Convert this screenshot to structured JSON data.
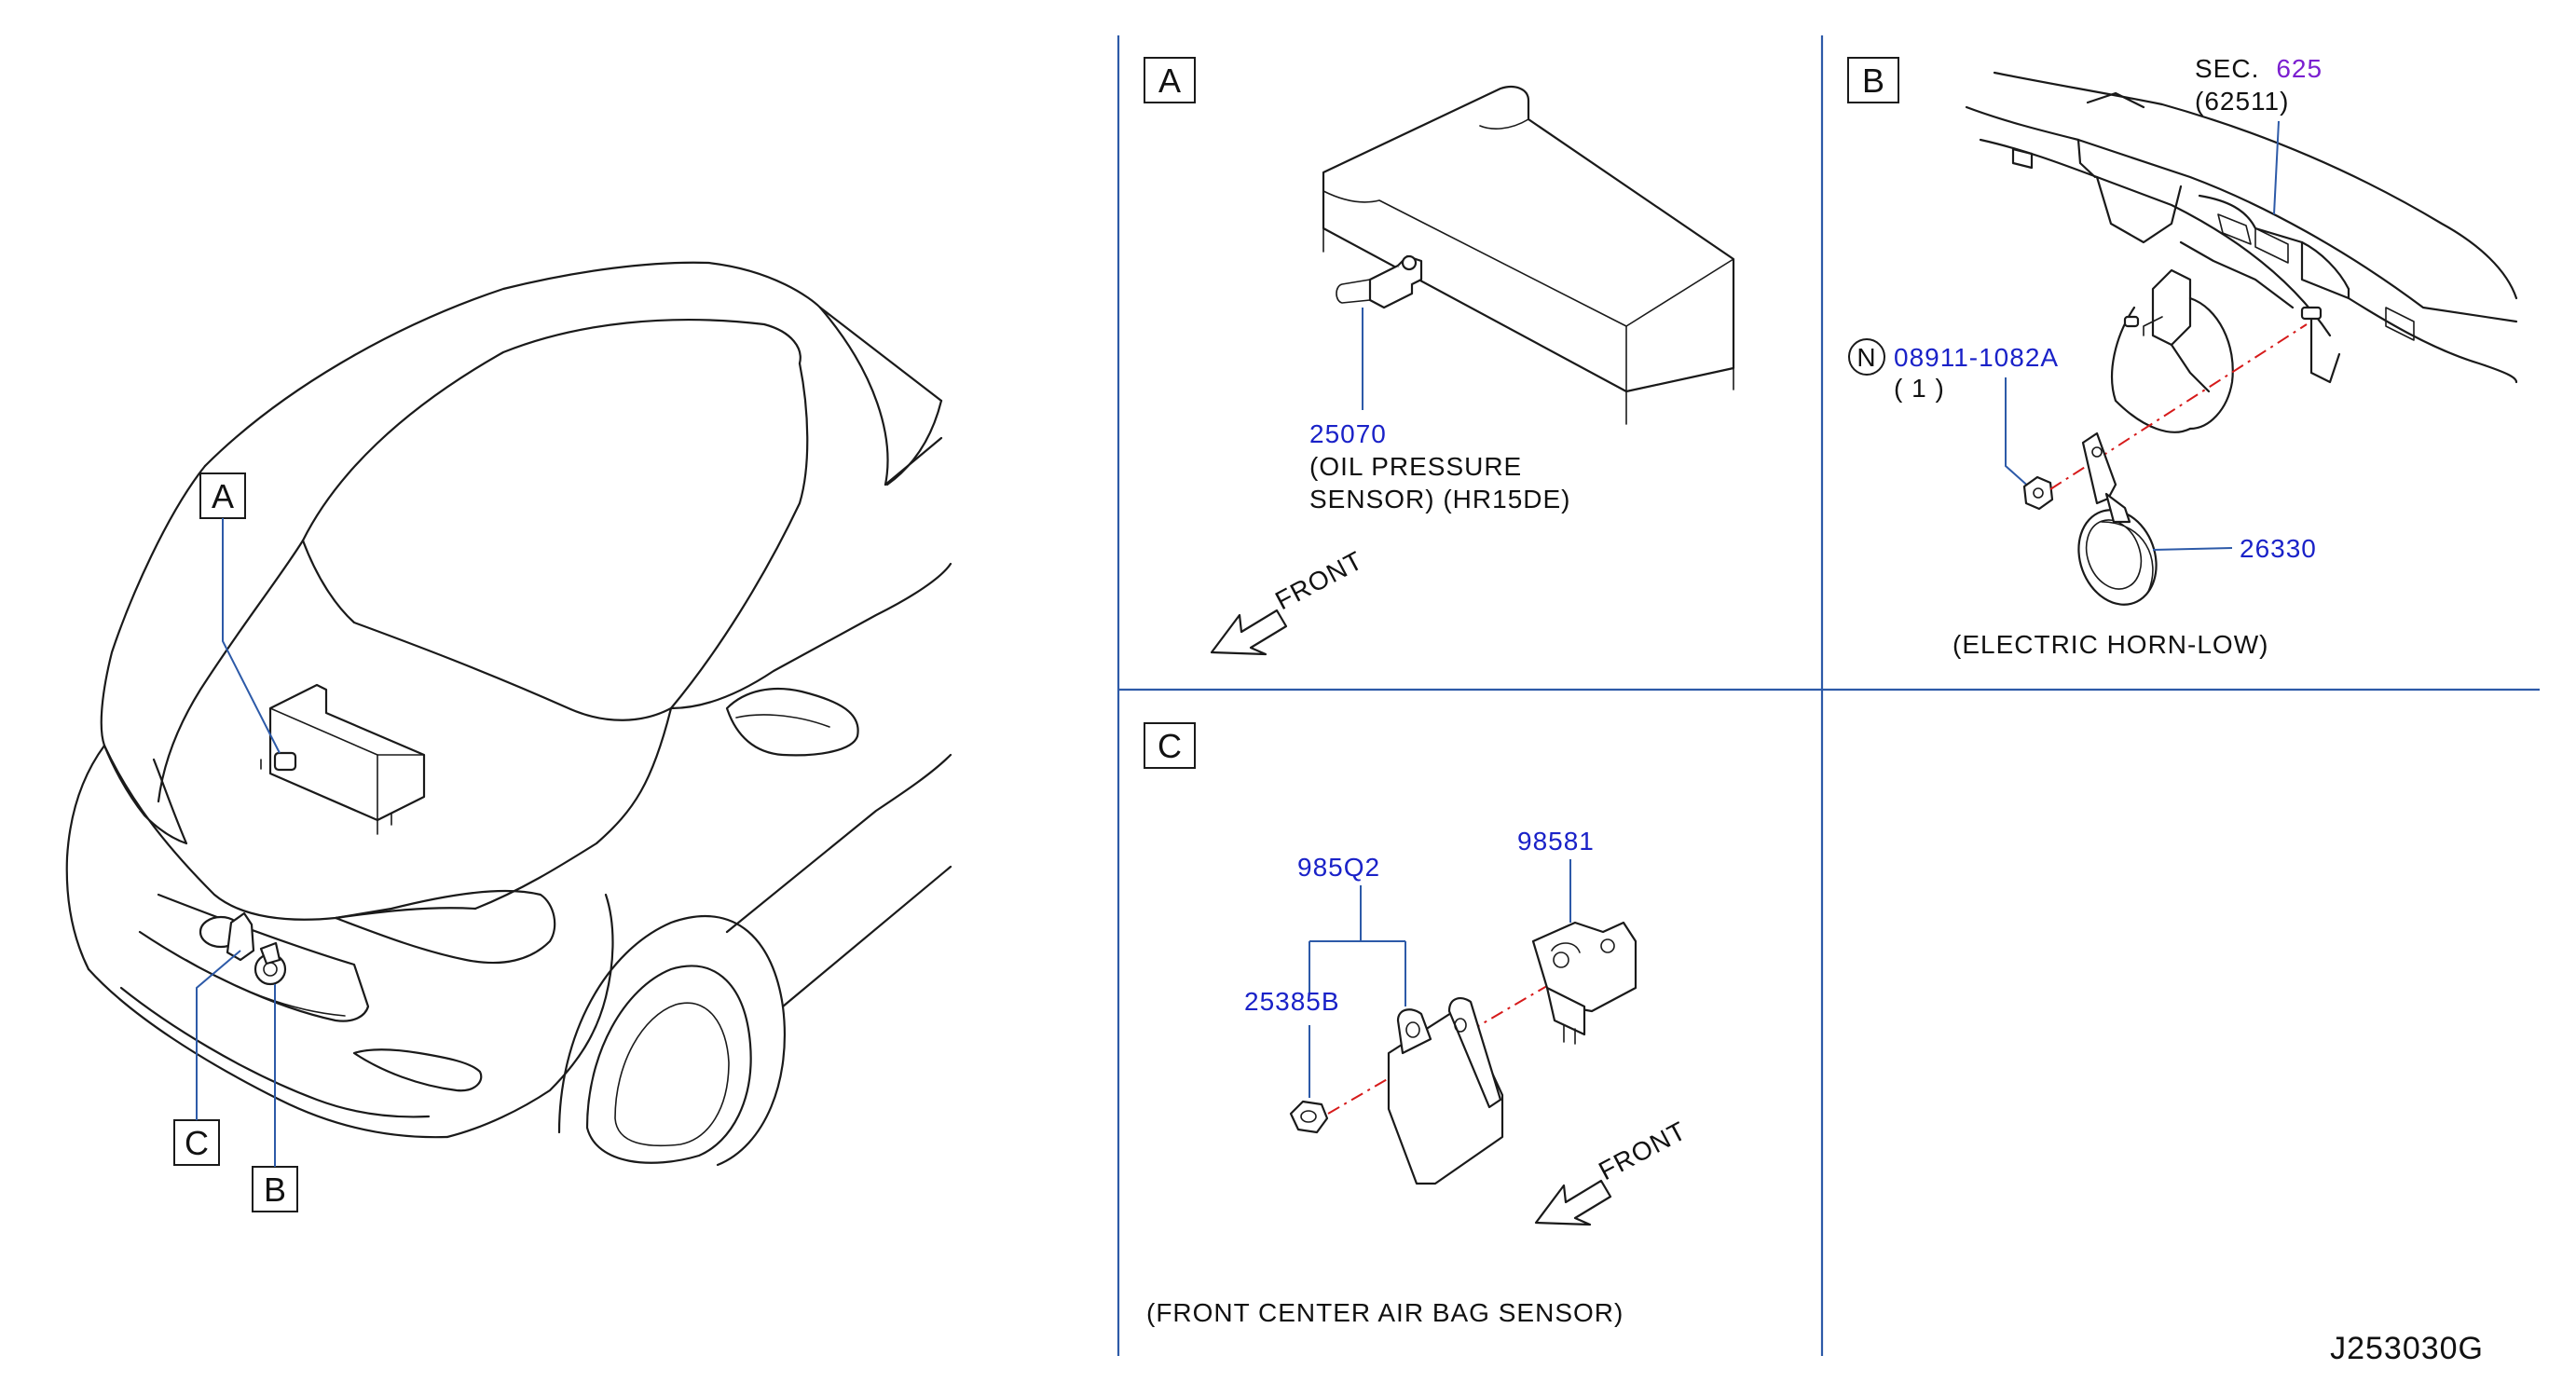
{
  "diagram": {
    "callouts_overview": {
      "a": "A",
      "b": "B",
      "c": "C"
    },
    "panel_a": {
      "tag": "A",
      "part_number": "25070",
      "desc_line1": "(OIL   PRESSURE",
      "desc_line2": "SENSOR)     (HR15DE)",
      "front_label": "FRONT"
    },
    "panel_b": {
      "tag": "B",
      "sec_prefix": "SEC.",
      "sec_number": "625",
      "sec_sub": "(62511)",
      "nut_symbol": "N",
      "nut_part_number": "08911-1082A",
      "nut_qty": "(   1   )",
      "horn_part_number": "26330",
      "caption": "(ELECTRIC   HORN-LOW)"
    },
    "panel_c": {
      "tag": "C",
      "bracket_part_number": "985Q2",
      "sensor_part_number": "98581",
      "nut_part_number": "25385B",
      "front_label": "FRONT",
      "caption": "(FRONT   CENTER   AIR   BAG   SENSOR)"
    },
    "drawing_code": "J253030G",
    "colors": {
      "part_number_blue": "#1a22c8",
      "section_purple": "#7b1fd0",
      "leader_blue": "#2d5aa8",
      "axis_red": "#d61a1a"
    }
  }
}
